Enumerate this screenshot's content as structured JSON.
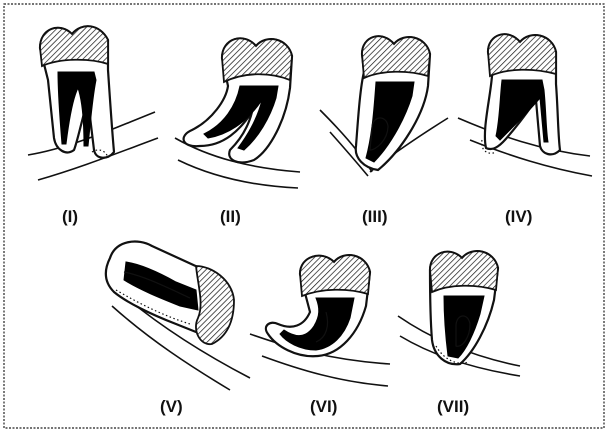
{
  "figure": {
    "panels": [
      {
        "label": "(I)",
        "icon": "tooth-root-resorption"
      },
      {
        "label": "(II)",
        "icon": "tooth-curved-roots"
      },
      {
        "label": "(III)",
        "icon": "tooth-root-apex-resorbed"
      },
      {
        "label": "(IV)",
        "icon": "tooth-divergent-roots"
      },
      {
        "label": "(V)",
        "icon": "tooth-horizontal-impaction"
      },
      {
        "label": "(VI)",
        "icon": "tooth-curved-fused-root"
      },
      {
        "label": "(VII)",
        "icon": "tooth-short-root"
      }
    ]
  }
}
